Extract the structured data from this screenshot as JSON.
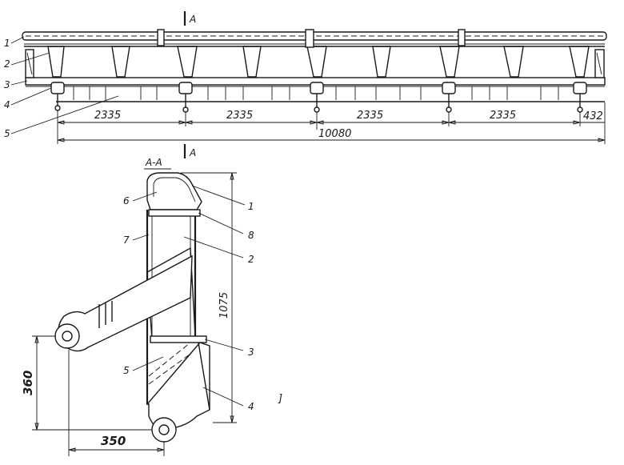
{
  "top_view": {
    "section_mark": "A",
    "section_mark_bottom": "A",
    "callouts": [
      "1",
      "2",
      "3",
      "4",
      "5"
    ],
    "spans": [
      "2335",
      "2335",
      "2335",
      "2335"
    ],
    "end_dim": "432",
    "total_dim": "10080"
  },
  "section_view": {
    "title": "A-A",
    "callouts": {
      "c1": "1",
      "c2": "2",
      "c3": "3",
      "c4": "4",
      "c5": "5",
      "c6": "6",
      "c7": "7",
      "c8": "8"
    },
    "height_dim": "1075",
    "pivot_height_dim": "360",
    "pivot_offset_dim": "350"
  },
  "stray_mark": "]"
}
